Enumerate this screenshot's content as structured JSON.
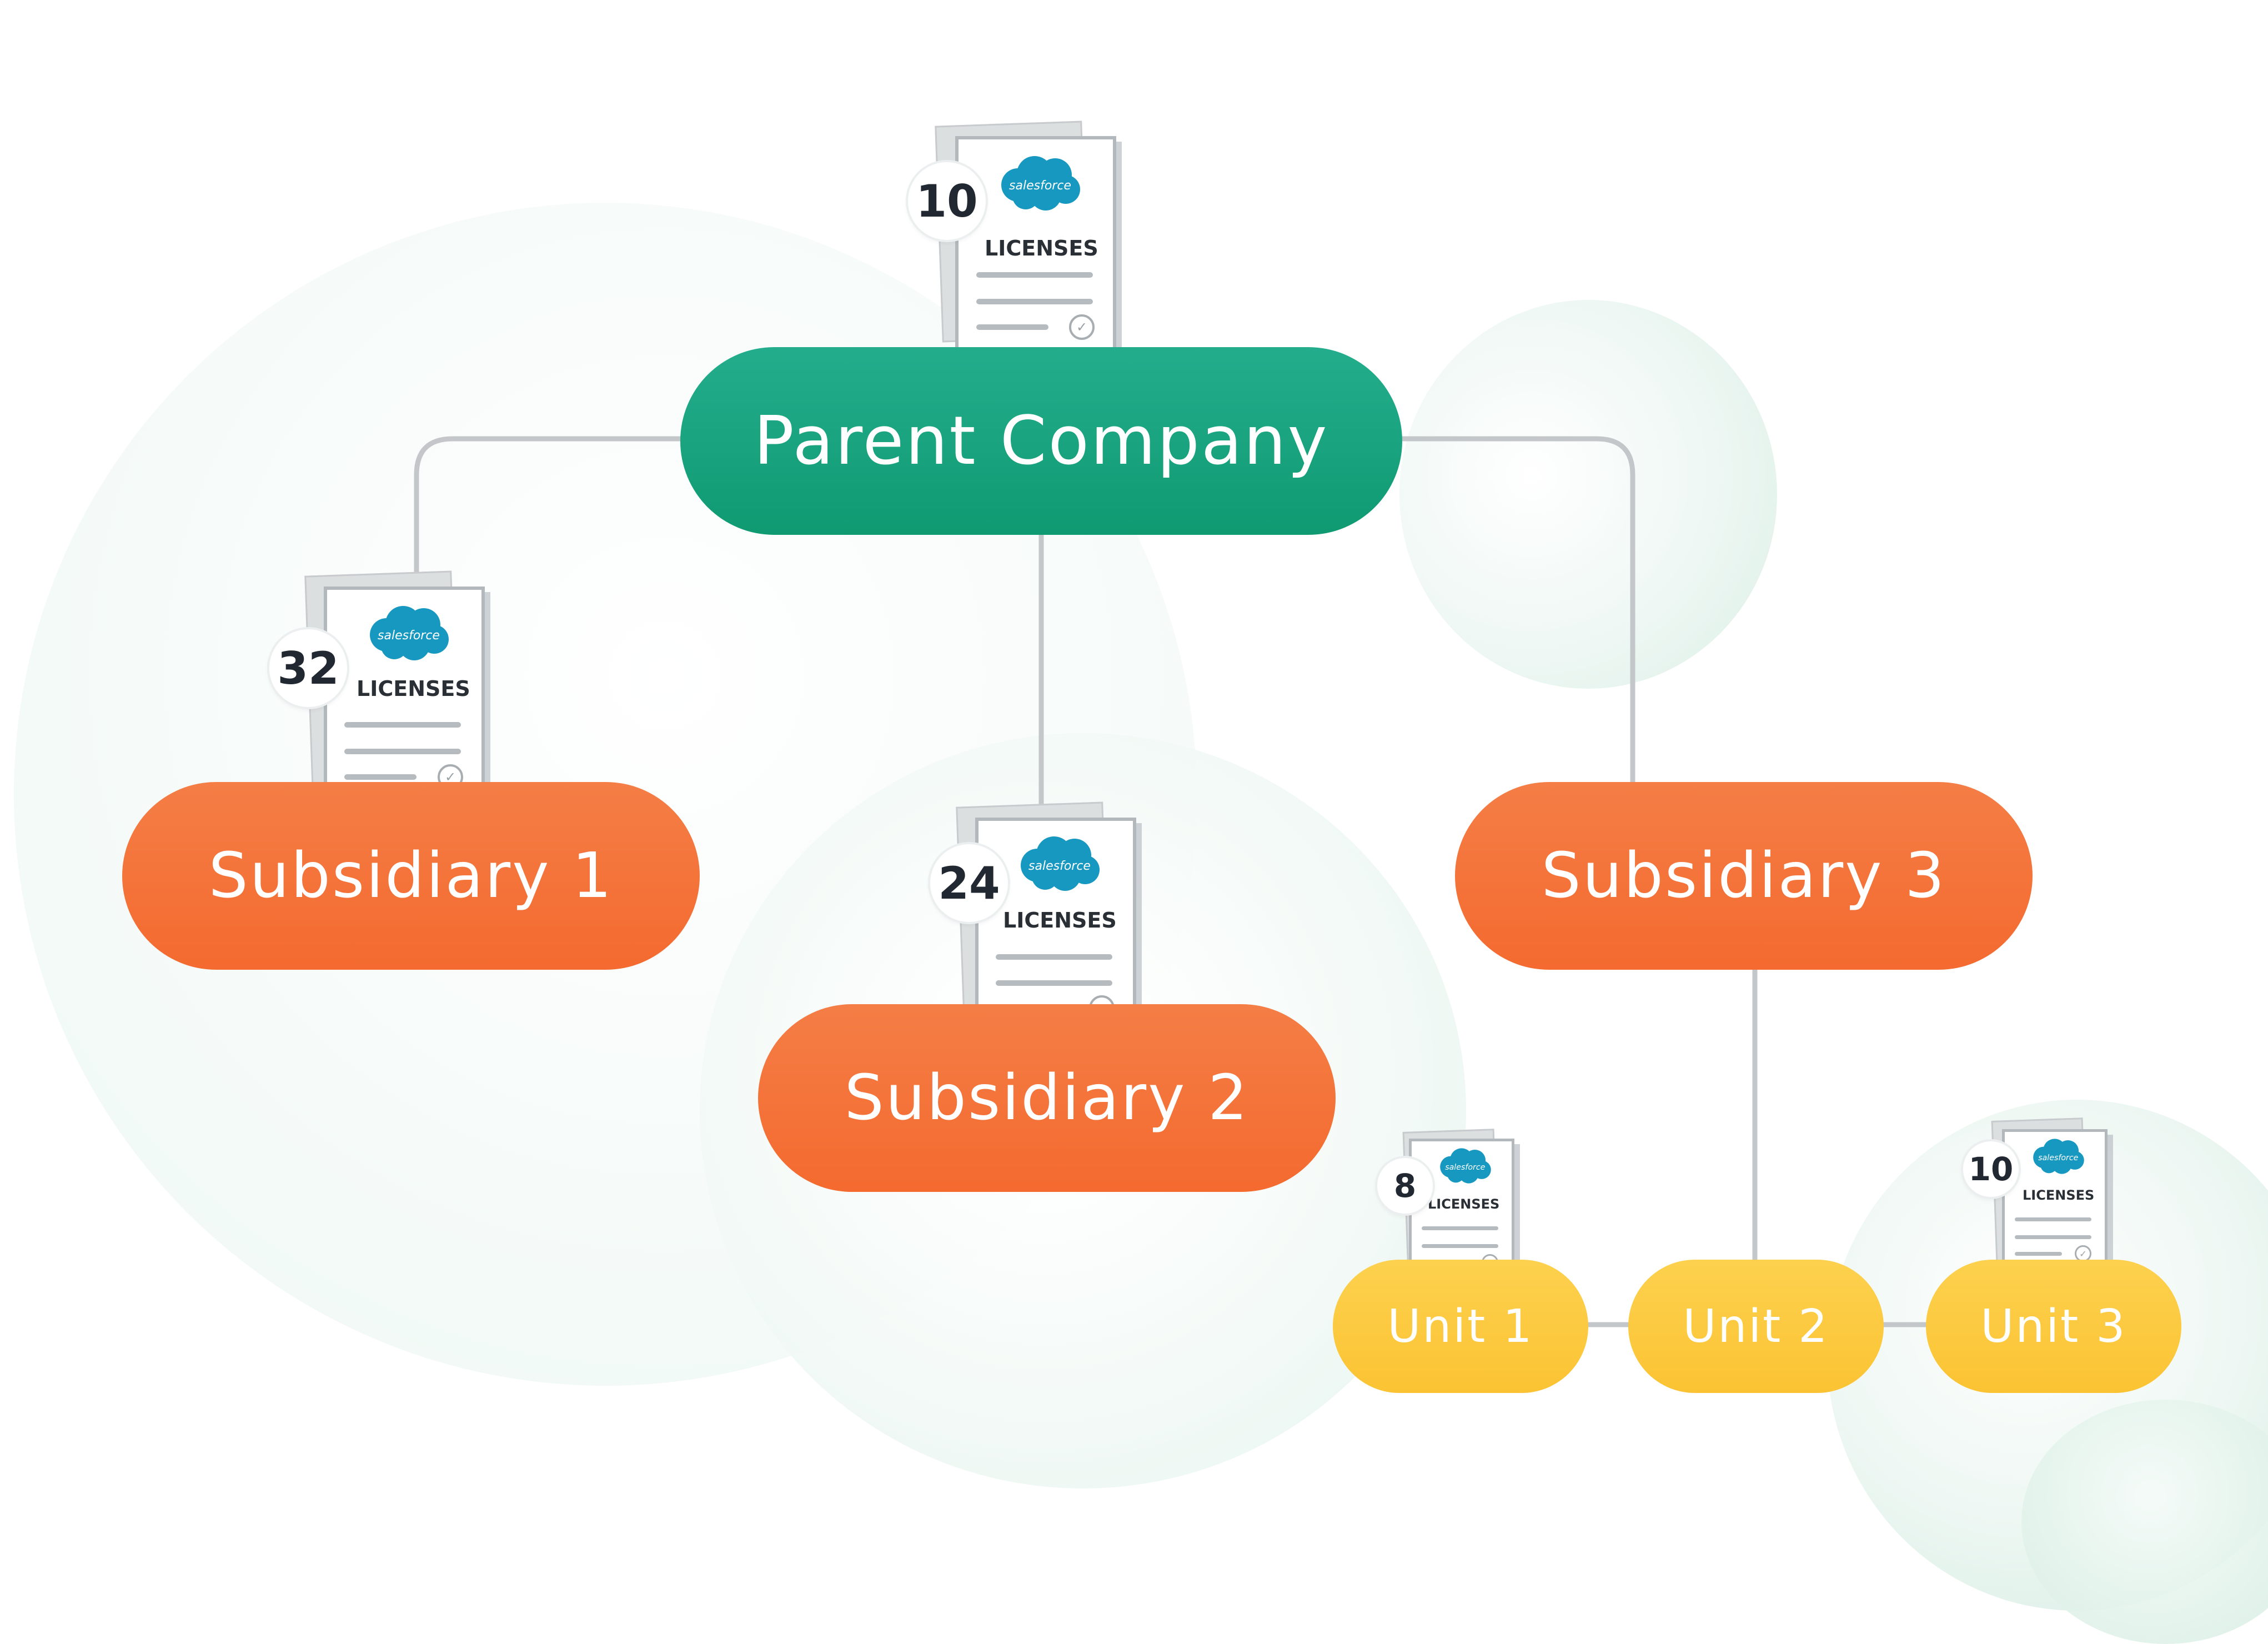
{
  "nodes": {
    "parent": "Parent Company",
    "subsidiary1": "Subsidiary 1",
    "subsidiary2": "Subsidiary 2",
    "subsidiary3": "Subsidiary 3",
    "unit1": "Unit 1",
    "unit2": "Unit 2",
    "unit3": "Unit 3"
  },
  "license_cards": {
    "parent": {
      "count": "10",
      "label": "LICENSES",
      "brand": "salesforce"
    },
    "subsidiary1": {
      "count": "32",
      "label": "LICENSES",
      "brand": "salesforce"
    },
    "subsidiary2": {
      "count": "24",
      "label": "LICENSES",
      "brand": "salesforce"
    },
    "unit1": {
      "count": "8",
      "label": "LICENSES",
      "brand": "salesforce"
    },
    "unit3": {
      "count": "10",
      "label": "LICENSES",
      "brand": "salesforce"
    }
  },
  "colors": {
    "parent": "#14a17b",
    "subsidiary": "#f46f35",
    "unit": "#fcc93f",
    "connector": "#c3c7ca",
    "salesforce_cloud": "#1798c1"
  }
}
